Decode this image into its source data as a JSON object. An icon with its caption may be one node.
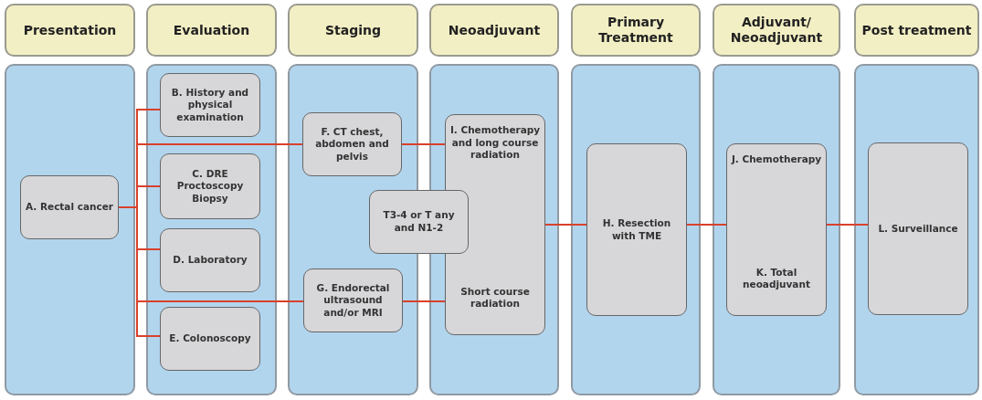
{
  "diagram": {
    "nodes": [
      {
        "text": [
          "Presentation"
        ]
      },
      {
        "text": [
          "Evaluation"
        ]
      },
      {
        "text": [
          "Staging"
        ]
      },
      {
        "text": [
          "Neoadjuvant"
        ]
      },
      {
        "text": [
          "Primary Treatment"
        ]
      },
      {
        "text": [
          "Adjuvant/ Neoadjuvant"
        ]
      },
      {
        "text": [
          "Post treatment"
        ]
      },
      {
        "text": [],
        "shape": "box"
      },
      {
        "text": [
          "A. Rectal cancer"
        ],
        "in": 7
      },
      {
        "text": [],
        "shape": "box"
      },
      {
        "text": [
          "B. History and physical examination"
        ],
        "in": 9
      },
      {
        "text": [
          "C. DRE Proctoscopy Biopsy"
        ],
        "in": 9
      },
      {
        "text": [
          "D. Laboratory"
        ],
        "in": 9
      },
      {
        "text": [
          "E. Colonoscopy"
        ],
        "in": 9
      },
      {
        "text": [],
        "shape": "box"
      },
      {
        "text": [
          "F. CT chest, abdomen and pelvis"
        ],
        "in": 14
      },
      {
        "text": [
          "G. Endorectal ultrasound and/or MRI"
        ],
        "in": 14
      },
      {
        "text": [
          "T3-4 or T any and N1-2"
        ]
      },
      {
        "text": [],
        "shape": "box"
      },
      {
        "text": [
          "I. Chemotherapy and long course radiation",
          "Short course radiation"
        ],
        "in": 18
      },
      {
        "text": [],
        "shape": "box"
      },
      {
        "text": [
          "H. Resection with TME"
        ],
        "in": 20
      },
      {
        "text": [],
        "shape": "box"
      },
      {
        "text": [
          "J. Chemotherapy",
          "K. Total neoadjuvant"
        ],
        "in": 22
      },
      {
        "text": [],
        "shape": "box"
      },
      {
        "text": [
          "L. Surveillance"
        ],
        "in": 24
      }
    ],
    "edges": [
      {
        "from": 8,
        "to": 10,
        "arrow": "none"
      },
      {
        "from": 8,
        "to": 11,
        "arrow": "none"
      },
      {
        "from": 8,
        "to": 12,
        "arrow": "none"
      },
      {
        "from": 8,
        "to": 13,
        "arrow": "none"
      },
      {
        "from": 8,
        "to": 15,
        "arrow": "none"
      },
      {
        "from": 8,
        "to": 16,
        "arrow": "none"
      },
      {
        "from": 15,
        "to": 19,
        "arrow": "none"
      },
      {
        "from": 16,
        "to": 19,
        "arrow": "none"
      },
      {
        "from": 19,
        "to": 21,
        "arrow": "none"
      },
      {
        "from": 21,
        "to": 23,
        "arrow": "none"
      },
      {
        "from": 23,
        "to": 25,
        "arrow": "none"
      }
    ]
  }
}
